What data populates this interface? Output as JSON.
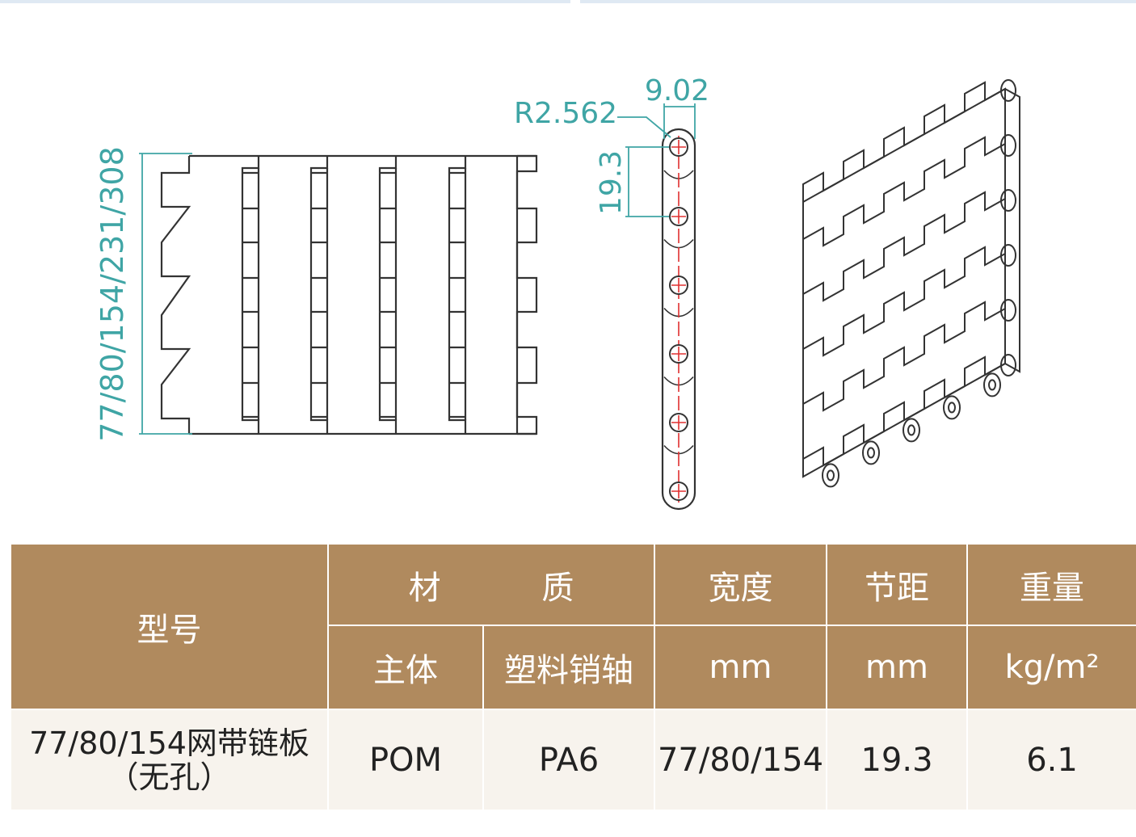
{
  "dimensions": {
    "width_labels": "77/80/154/231/308",
    "radius": "R2.562",
    "thickness": "9.02",
    "pitch": "19.3"
  },
  "table": {
    "header": {
      "model": "型号",
      "material": "材 质",
      "material_body": "主体",
      "material_pin": "塑料销轴",
      "width": "宽度",
      "width_unit": "mm",
      "pitch": "节距",
      "pitch_unit": "mm",
      "weight": "重量",
      "weight_unit": "kg/m²"
    },
    "row": {
      "model_line1": "77/80/154网带链板",
      "model_line2": "（无孔）",
      "body": "POM",
      "pin": "PA6",
      "width": "77/80/154",
      "pitch": "19.3",
      "weight": "6.1"
    }
  },
  "colors": {
    "header_bg": "#b08a5e",
    "body_bg": "#f7f3ed",
    "dimension": "#3fa5a5",
    "centerline": "#e03030"
  }
}
